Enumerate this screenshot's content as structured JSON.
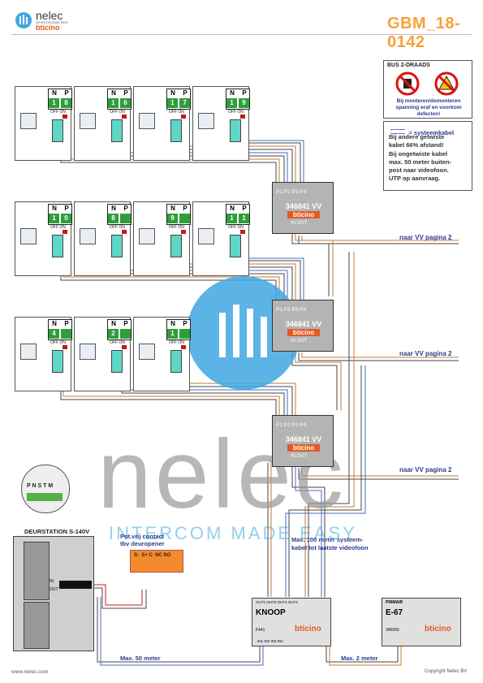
{
  "header": {
    "brand": "nelec",
    "brand_tagline": "INTERCOM MADE EASY",
    "partner": "bticino",
    "title": "GBM_18-0142",
    "accent_color": "#f7a23a"
  },
  "units": {
    "row1": [
      "18",
      "16",
      "17",
      "19"
    ],
    "row2": [
      "10",
      "8",
      "9",
      "11"
    ],
    "row3": [
      "4",
      "2",
      "1"
    ],
    "n_label": "N",
    "p_label": "P",
    "offon": "OFF ON"
  },
  "splitters": {
    "ports": "P1 P2 P3 P4",
    "model": "346841  VV",
    "brand": "bticino",
    "in_out": "IN OUT"
  },
  "vv_links": [
    "naar VV pagina 2",
    "naar VV pagina 2",
    "naar VV pagina 2"
  ],
  "warning": {
    "heading": "BUS 2-DRAADS",
    "text": "Bij monteren/demonteren spanning eraf en voorkom defecten!"
  },
  "info": {
    "legend": "= systeemkabel",
    "line1": "Bij andere getwiste",
    "line2": "kabel 66% afstand!",
    "line3": "Bij ongetwiste kabel",
    "line4": "max. 50 meter buiten-",
    "line5": "post naar videofoon.",
    "line6": "UTP op aanvraag."
  },
  "door": {
    "label": "DEURSTATION S-140V",
    "terminals": "P N S T M",
    "module_in": "IN",
    "module_out": "OUT"
  },
  "contact": {
    "title1": "Pot.vrij contact",
    "title2": "tbv deuropener",
    "terminals": "S-  S+ C  NC NO"
  },
  "notes": {
    "max100_1": "Max. 100 meter systeem-",
    "max100_2": "kabel tot laatste videofoon",
    "max50": "Max. 50 meter",
    "max2": "Max. 2 meter"
  },
  "knoop": {
    "name": "KNOOP",
    "code": "F441",
    "brand": "bticino",
    "outs": "OUT1 OUT2 OUT3 OUT4",
    "ins": "IN1 IN2 IN3 IN4"
  },
  "psu": {
    "top": "PRIMAIR",
    "name": "E-67",
    "code": "346050",
    "brand": "bticino"
  },
  "watermark": {
    "big": "nelec",
    "tag": "INTERCOM MADE EASY"
  },
  "footer": {
    "left": "www.nelec.com",
    "right": "Copyright Nelec BV"
  }
}
